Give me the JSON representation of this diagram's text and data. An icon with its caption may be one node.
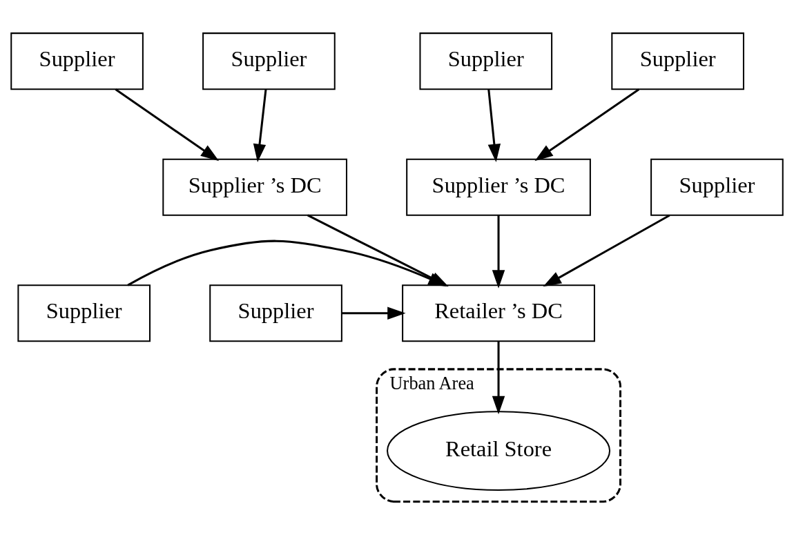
{
  "diagram": {
    "nodes": [
      {
        "text": [
          "Supplier"
        ]
      },
      {
        "text": [
          "Supplier"
        ]
      },
      {
        "text": [
          "Supplier"
        ]
      },
      {
        "text": [
          "Supplier"
        ]
      },
      {
        "text": [
          "Supplier ’s DC"
        ]
      },
      {
        "text": [
          "Supplier ’s DC"
        ]
      },
      {
        "text": [
          "Supplier"
        ]
      },
      {
        "text": [
          "Retailer ’s DC"
        ]
      },
      {
        "text": [
          "Supplier"
        ]
      },
      {
        "text": [
          "Supplier"
        ]
      },
      {
        "text": [
          "Urban Area"
        ]
      },
      {
        "text": [
          "Retail Store"
        ],
        "in": 10
      }
    ],
    "edges": [
      {
        "from": 0,
        "to": 4,
        "arrow": "to"
      },
      {
        "from": 1,
        "to": 4,
        "arrow": "to"
      },
      {
        "from": 2,
        "to": 5,
        "arrow": "to"
      },
      {
        "from": 3,
        "to": 5,
        "arrow": "to"
      },
      {
        "from": 4,
        "to": 7,
        "arrow": "to"
      },
      {
        "from": 5,
        "to": 7,
        "arrow": "to"
      },
      {
        "from": 6,
        "to": 7,
        "arrow": "to"
      },
      {
        "from": 9,
        "to": 7,
        "arrow": "to"
      },
      {
        "from": 8,
        "to": 7,
        "arrow": "to"
      },
      {
        "from": 7,
        "to": 11,
        "arrow": "to"
      }
    ]
  }
}
